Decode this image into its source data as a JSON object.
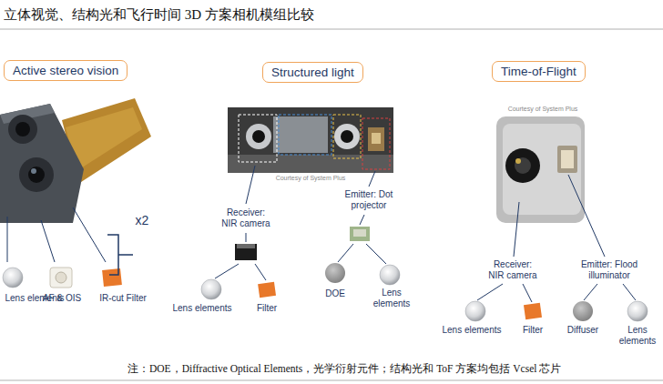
{
  "diagram": {
    "title": "立体视觉、结构光和飞行时间 3D 方案相机模组比较",
    "caption": "注：DOE，Diffractive Optical Elements，光学衍射元件；结构光和 ToF 方案均包括 Vcsel 芯片",
    "nodes": [
      {
        "text": [
          "Active stereo vision"
        ]
      },
      {
        "text": [
          "Structured light"
        ]
      },
      {
        "text": [
          "Time-of-Flight"
        ]
      }
    ],
    "labels": [
      "x2",
      "Lens elements",
      "AF & OIS",
      "IR-cut Filter",
      "Courtesy of System Plus",
      "Receiver: NIR camera",
      "Emitter: Dot projector",
      "Lens elements",
      "Filter",
      "DOE",
      "Lens elements",
      "Courtesy of System Plus",
      "Receiver: NIR camera",
      "Emitter: Flood illuminator",
      "Lens elements",
      "Filter",
      "Diffuser",
      "Lens elements"
    ]
  }
}
